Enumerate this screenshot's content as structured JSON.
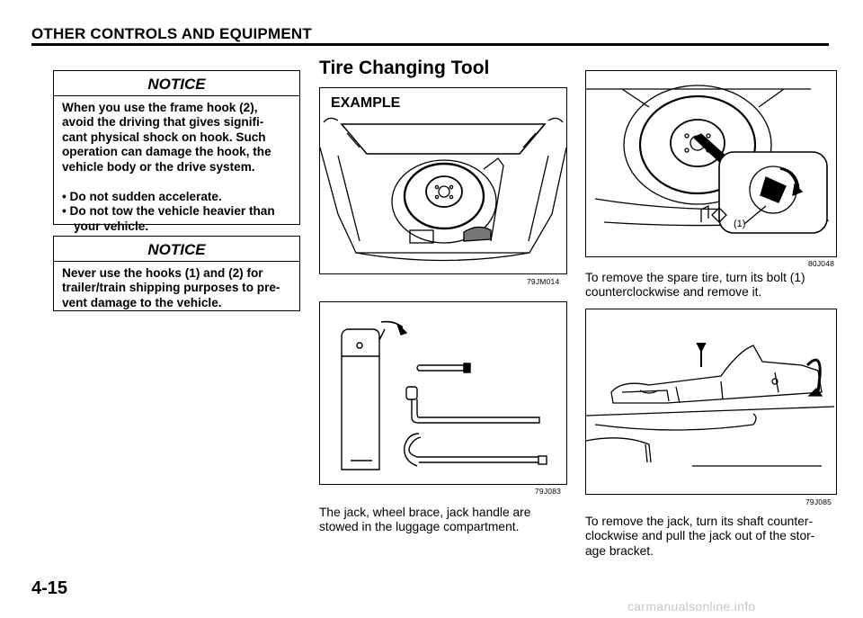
{
  "header": {
    "title": "OTHER CONTROLS AND EQUIPMENT"
  },
  "notice1": {
    "title": "NOTICE",
    "paragraph": "When you use the frame hook (2), avoid the driving that gives signifi- cant physical shock on hook. Such operation can damage the hook, the vehicle body or the drive system.",
    "bullets": [
      "Do not sudden accelerate.",
      "Do not tow the vehicle heavier than your vehicle."
    ]
  },
  "notice2": {
    "title": "NOTICE",
    "paragraph": "Never use the hooks (1) and (2) for trailer/train shipping purposes to pre- vent damage to the vehicle."
  },
  "section": {
    "title": "Tire Changing Tool"
  },
  "figures": {
    "fig1": {
      "label": "EXAMPLE",
      "code": "79JM014"
    },
    "fig2": {
      "code": "79J083"
    },
    "fig3": {
      "callout": "(1)",
      "code": "80J048"
    },
    "fig4": {
      "code": "79J085"
    }
  },
  "captions": {
    "tools": "The jack, wheel brace, jack handle are stowed in the luggage compartment.",
    "spare": "To remove the spare tire, turn its bolt (1) counterclockwise and remove it.",
    "jack": "To remove the jack, turn its shaft counter- clockwise and pull the jack out of the stor- age bracket."
  },
  "footer": {
    "page_number": "4-15",
    "watermark": "carmanualsonline.info"
  }
}
